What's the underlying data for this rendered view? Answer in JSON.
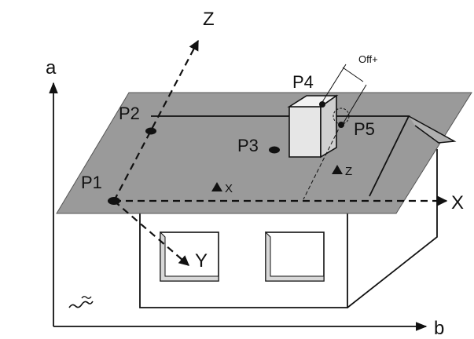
{
  "axes": {
    "a": "a",
    "b": "b",
    "X": "X",
    "Y": "Y",
    "Z": "Z"
  },
  "points": {
    "p1": "P1",
    "p2": "P2",
    "p3": "P3",
    "p4": "P4",
    "p5": "P5"
  },
  "markers": {
    "marker_x": "X",
    "marker_z": "Z"
  },
  "offset_label": "Off+",
  "colors": {
    "plane_fill": "#9a9a9a",
    "stroke": "#111111",
    "background": "#ffffff"
  }
}
